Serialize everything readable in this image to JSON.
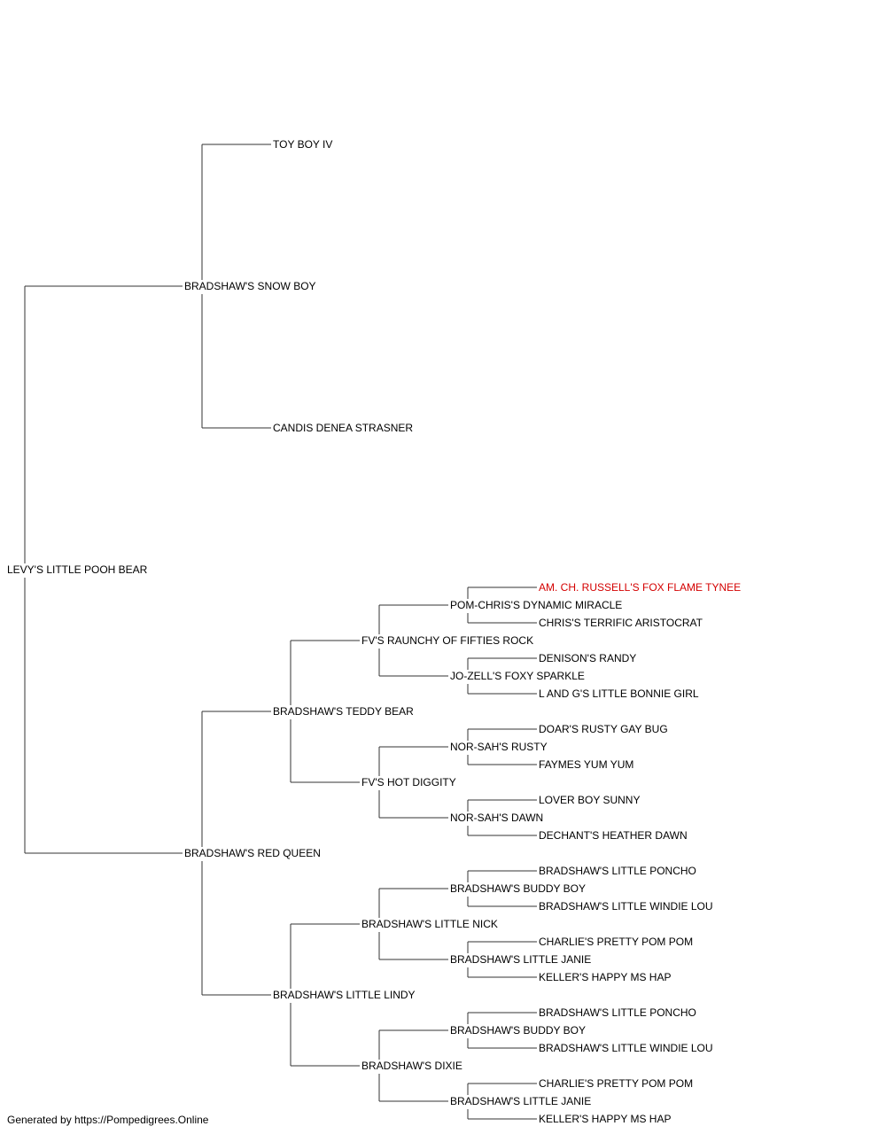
{
  "footer": "Generated by https://Pompedigrees.Online",
  "colors": {
    "line": "#333333",
    "text": "#000000",
    "highlight": "#d40000"
  },
  "pedigree": {
    "name": "LEVY'S LITTLE POOH BEAR",
    "sire": {
      "name": "BRADSHAW'S SNOW BOY",
      "sire": {
        "name": "TOY BOY IV"
      },
      "dam": {
        "name": "CANDIS DENEA STRASNER"
      }
    },
    "dam": {
      "name": "BRADSHAW'S RED QUEEN",
      "sire": {
        "name": "BRADSHAW'S TEDDY BEAR",
        "sire": {
          "name": "FV'S RAUNCHY OF FIFTIES ROCK",
          "sire": {
            "name": "POM-CHRIS'S DYNAMIC MIRACLE",
            "sire": {
              "name": "AM. CH. RUSSELL'S FOX FLAME TYNEE",
              "highlight": true
            },
            "dam": {
              "name": "CHRIS'S TERRIFIC ARISTOCRAT"
            }
          },
          "dam": {
            "name": "JO-ZELL'S FOXY SPARKLE",
            "sire": {
              "name": "DENISON'S RANDY"
            },
            "dam": {
              "name": "L AND G'S LITTLE BONNIE GIRL"
            }
          }
        },
        "dam": {
          "name": "FV'S HOT DIGGITY",
          "sire": {
            "name": "NOR-SAH'S RUSTY",
            "sire": {
              "name": "DOAR'S RUSTY GAY BUG"
            },
            "dam": {
              "name": "FAYMES YUM YUM"
            }
          },
          "dam": {
            "name": "NOR-SAH'S DAWN",
            "sire": {
              "name": "LOVER BOY SUNNY"
            },
            "dam": {
              "name": "DECHANT'S HEATHER DAWN"
            }
          }
        }
      },
      "dam": {
        "name": "BRADSHAW'S LITTLE LINDY",
        "sire": {
          "name": "BRADSHAW'S LITTLE NICK",
          "sire": {
            "name": "BRADSHAW'S BUDDY BOY",
            "sire": {
              "name": "BRADSHAW'S LITTLE PONCHO"
            },
            "dam": {
              "name": "BRADSHAW'S LITTLE WINDIE LOU"
            }
          },
          "dam": {
            "name": "BRADSHAW'S LITTLE JANIE",
            "sire": {
              "name": "CHARLIE'S PRETTY POM POM"
            },
            "dam": {
              "name": "KELLER'S HAPPY MS HAP"
            }
          }
        },
        "dam": {
          "name": "BRADSHAW'S DIXIE",
          "sire": {
            "name": "BRADSHAW'S BUDDY BOY",
            "sire": {
              "name": "BRADSHAW'S LITTLE PONCHO"
            },
            "dam": {
              "name": "BRADSHAW'S LITTLE WINDIE LOU"
            }
          },
          "dam": {
            "name": "BRADSHAW'S LITTLE JANIE",
            "sire": {
              "name": "CHARLIE'S PRETTY POM POM"
            },
            "dam": {
              "name": "KELLER'S HAPPY MS HAP"
            }
          }
        }
      }
    }
  }
}
